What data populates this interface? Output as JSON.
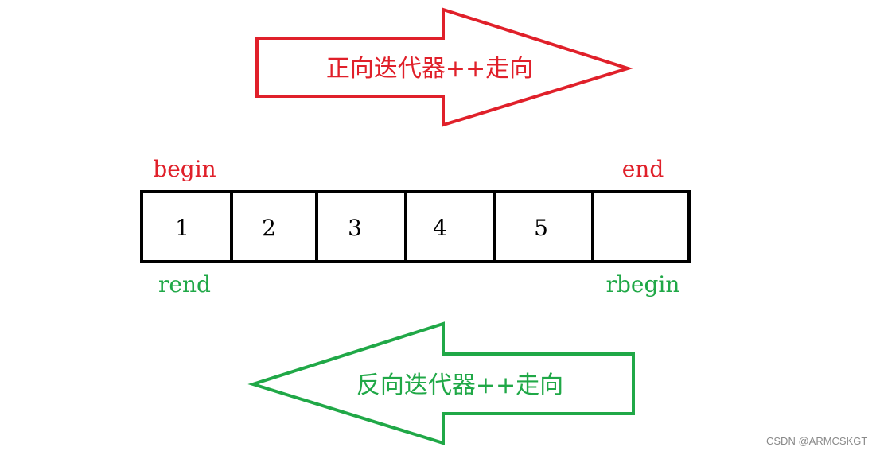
{
  "forward_arrow": {
    "label": "正向迭代器++走向",
    "color": "#e0202a"
  },
  "reverse_arrow": {
    "label": "反向迭代器++走向",
    "color": "#20a847"
  },
  "labels": {
    "begin": "begin",
    "end": "end",
    "rend": "rend",
    "rbegin": "rbegin"
  },
  "cells": [
    "1",
    "2",
    "3",
    "4",
    "5",
    ""
  ],
  "watermark": "CSDN @ARMCSKGT"
}
